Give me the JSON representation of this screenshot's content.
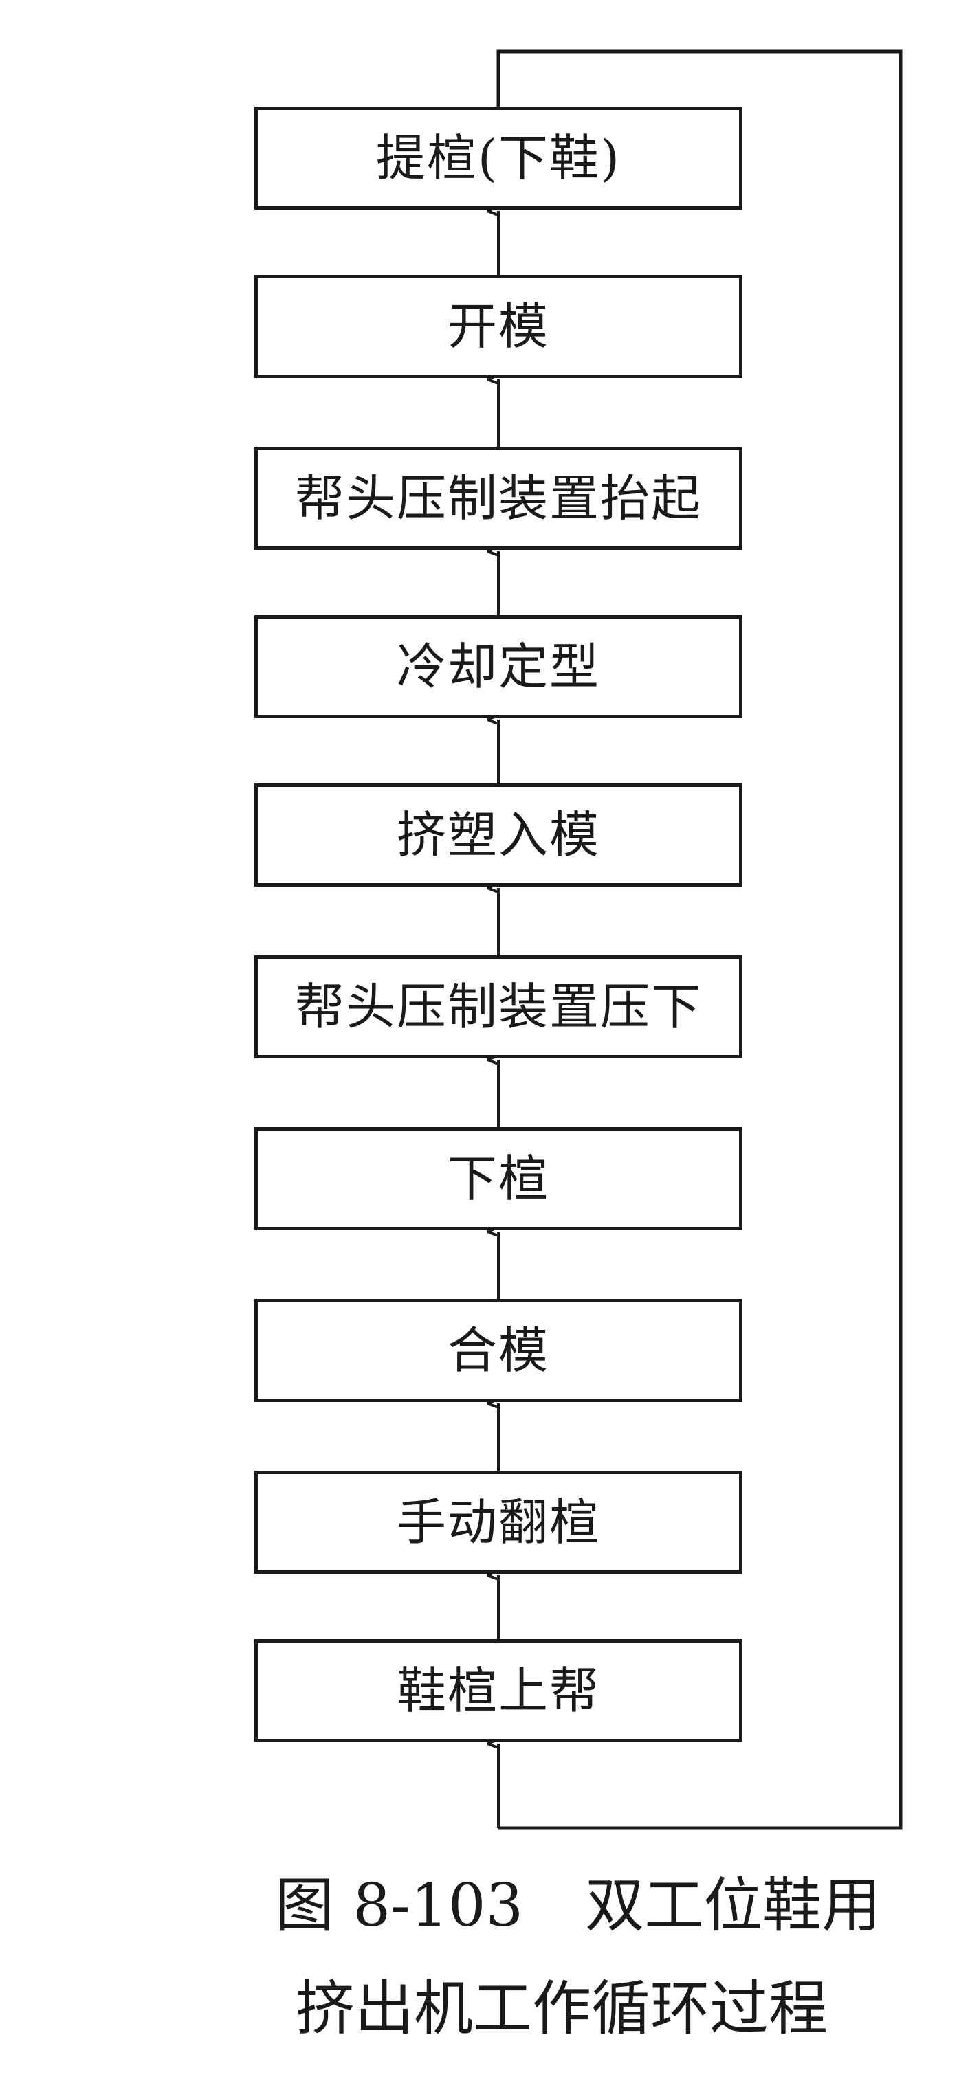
{
  "diagram": {
    "steps": [
      {
        "id": "step-1",
        "label": "提楦(下鞋)"
      },
      {
        "id": "step-2",
        "label": "开模"
      },
      {
        "id": "step-3",
        "label": "帮头压制装置抬起"
      },
      {
        "id": "step-4",
        "label": "冷却定型"
      },
      {
        "id": "step-5",
        "label": "挤塑入模"
      },
      {
        "id": "step-6",
        "label": "帮头压制装置压下"
      },
      {
        "id": "step-7",
        "label": "下楦"
      },
      {
        "id": "step-8",
        "label": "合模"
      },
      {
        "id": "step-9",
        "label": "手动翻楦"
      },
      {
        "id": "step-10",
        "label": "鞋楦上帮"
      }
    ],
    "flow_direction": "bottom-to-top",
    "loop": "from top step back to bottom step via right side"
  },
  "caption": {
    "number": "图 8-103",
    "title_line1": "双工位鞋用",
    "title_line2": "挤出机工作循环过程"
  },
  "colors": {
    "stroke": "#1a1a1a",
    "background": "#ffffff"
  }
}
